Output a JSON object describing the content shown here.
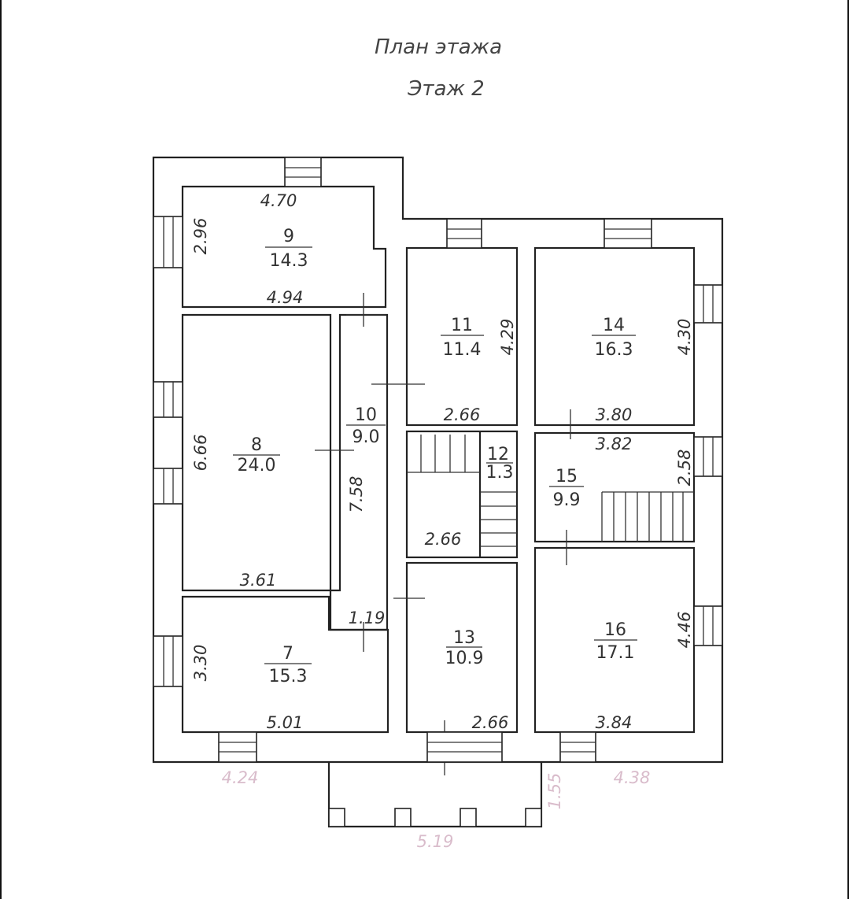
{
  "title": "План этажа",
  "subtitle": "Этаж 2",
  "rooms": [
    {
      "number": "9",
      "area": "14.3"
    },
    {
      "number": "8",
      "area": "24.0"
    },
    {
      "number": "10",
      "area": "9.0"
    },
    {
      "number": "7",
      "area": "15.3"
    },
    {
      "number": "11",
      "area": "11.4"
    },
    {
      "number": "12",
      "area": "1.3"
    },
    {
      "number": "13",
      "area": "10.9"
    },
    {
      "number": "14",
      "area": "16.3"
    },
    {
      "number": "15",
      "area": "9.9"
    },
    {
      "number": "16",
      "area": "17.1"
    }
  ],
  "dimensions": [
    "4.70",
    "2.96",
    "4.94",
    "6.66",
    "7.58",
    "3.61",
    "1.19",
    "3.30",
    "5.01",
    "4.29",
    "2.66",
    "2.66",
    "2.66",
    "4.30",
    "3.80",
    "3.82",
    "2.58",
    "4.46",
    "3.84"
  ],
  "outer_dimensions": [
    "4.24",
    "4.38",
    "5.19",
    "1.55"
  ]
}
